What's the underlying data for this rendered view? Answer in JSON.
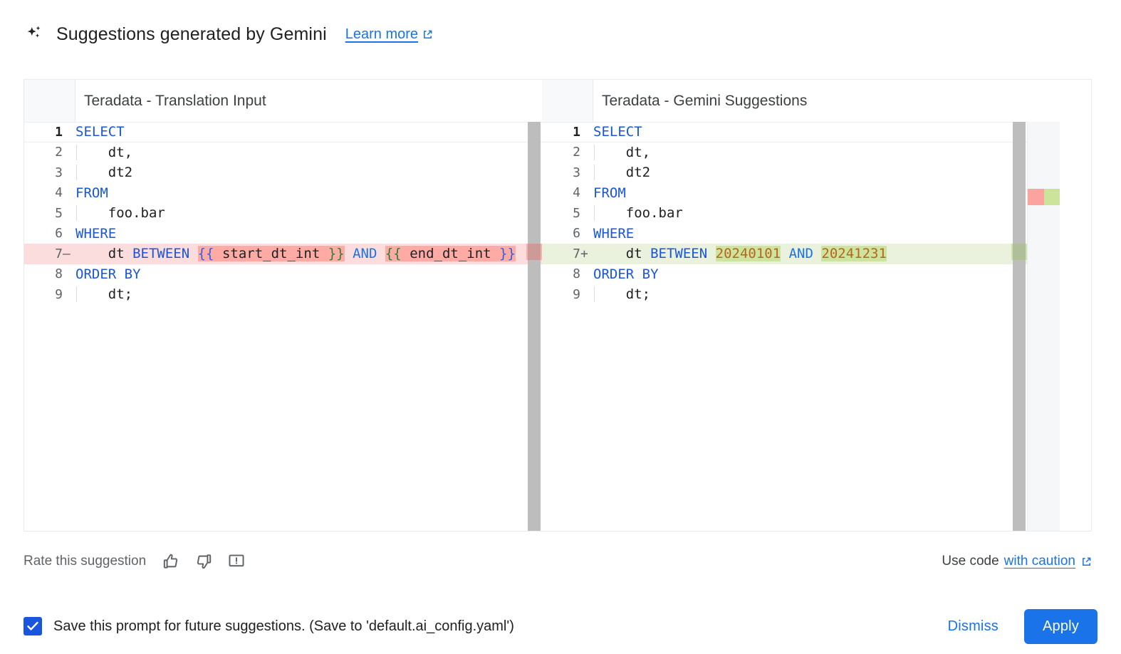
{
  "header": {
    "icon": "sparkle-icon",
    "title": "Suggestions generated by Gemini",
    "learn_more": "Learn more",
    "external_link_icon": "external-link-icon"
  },
  "diff": {
    "left": {
      "title": "Teradata - Translation Input",
      "lines": [
        {
          "n": "1",
          "sign": "",
          "state": "normal"
        },
        {
          "n": "2",
          "sign": "",
          "state": "normal"
        },
        {
          "n": "3",
          "sign": "",
          "state": "normal"
        },
        {
          "n": "4",
          "sign": "",
          "state": "normal"
        },
        {
          "n": "5",
          "sign": "",
          "state": "normal"
        },
        {
          "n": "6",
          "sign": "",
          "state": "normal"
        },
        {
          "n": "7",
          "sign": "—",
          "state": "deleted"
        },
        {
          "n": "8",
          "sign": "",
          "state": "normal"
        },
        {
          "n": "9",
          "sign": "",
          "state": "normal"
        }
      ],
      "code": [
        "SELECT",
        "    dt,",
        "    dt2",
        "FROM",
        "    foo.bar",
        "WHERE",
        "    dt BETWEEN {{ start_dt_int }} AND {{ end_dt_int }}",
        "ORDER BY",
        "    dt;"
      ]
    },
    "right": {
      "title": "Teradata - Gemini Suggestions",
      "lines": [
        {
          "n": "1",
          "sign": "",
          "state": "normal"
        },
        {
          "n": "2",
          "sign": "",
          "state": "normal"
        },
        {
          "n": "3",
          "sign": "",
          "state": "normal"
        },
        {
          "n": "4",
          "sign": "",
          "state": "normal"
        },
        {
          "n": "5",
          "sign": "",
          "state": "normal"
        },
        {
          "n": "6",
          "sign": "",
          "state": "normal"
        },
        {
          "n": "7",
          "sign": "+",
          "state": "inserted"
        },
        {
          "n": "8",
          "sign": "",
          "state": "normal"
        },
        {
          "n": "9",
          "sign": "",
          "state": "normal"
        }
      ],
      "code": [
        "SELECT",
        "    dt,",
        "    dt2",
        "FROM",
        "    foo.bar",
        "WHERE",
        "    dt BETWEEN 20240101 AND 20241231",
        "ORDER BY",
        "    dt;"
      ]
    },
    "tokens": {
      "kw_select": "SELECT",
      "kw_from": "FROM",
      "kw_where": "WHERE",
      "kw_order_by": "ORDER BY",
      "kw_between": "BETWEEN",
      "kw_and": "AND",
      "id_dt_comma": "dt,",
      "id_dt2": "dt2",
      "id_foo_bar": "foo.bar",
      "id_dt": "dt",
      "id_dt_semi": "dt;",
      "tpl_start": "{{ start_dt_int }}",
      "tpl_end": "{{ end_dt_int }}",
      "lit_start": "20240101",
      "lit_end": "20241231",
      "brace_open": "{{",
      "brace_close": "}}",
      "var_start": "start_dt_int",
      "var_end": "end_dt_int"
    },
    "colors": {
      "keyword": "#1a56db",
      "number_literal": "#b8651b",
      "delete_line_bg": "#fbdddd",
      "delete_word_bg": "#ffaba5",
      "insert_line_bg": "#eaf2dd",
      "insert_word_bg": "#cde4a0",
      "gutter_bg": "#f8f9fa"
    }
  },
  "rate": {
    "label": "Rate this suggestion",
    "thumb_up_icon": "thumb-up-icon",
    "thumb_down_icon": "thumb-down-icon",
    "report_icon": "report-feedback-icon",
    "use_code_prefix": "Use code",
    "use_code_link": "with caution",
    "external_link_icon": "external-link-icon"
  },
  "footer": {
    "checkbox_checked": true,
    "checkbox_label": "Save this prompt for future suggestions. (Save to 'default.ai_config.yaml')",
    "dismiss_label": "Dismiss",
    "apply_label": "Apply",
    "accent_color": "#1a73e8"
  }
}
